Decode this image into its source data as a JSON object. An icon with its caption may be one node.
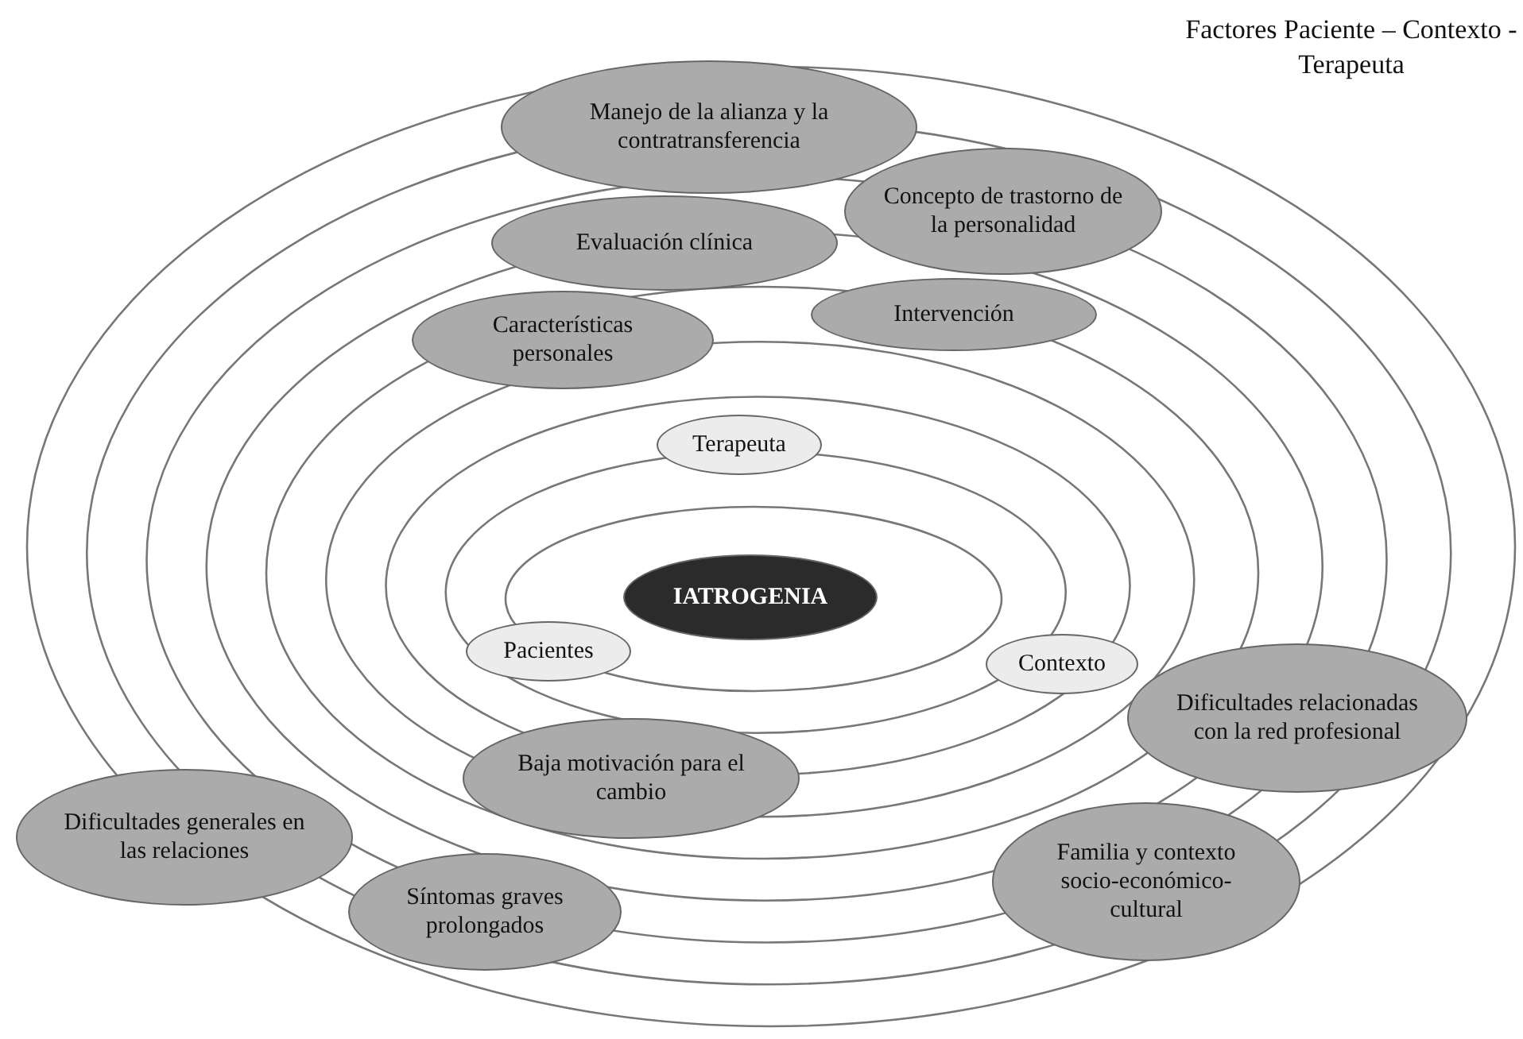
{
  "diagram": {
    "title": "Factores Paciente – Contexto - Terapeuta",
    "nodes": [
      {
        "text": [
          "Manejo de la alianza y la contratransferencia"
        ]
      },
      {
        "text": [
          "Concepto de trastorno de la personalidad"
        ]
      },
      {
        "text": [
          "Evaluación clínica"
        ]
      },
      {
        "text": [
          "Intervención"
        ]
      },
      {
        "text": [
          "Características personales"
        ]
      },
      {
        "text": [
          "Terapeuta"
        ]
      },
      {
        "text": [
          "IATROGENIA"
        ]
      },
      {
        "text": [
          "Pacientes"
        ]
      },
      {
        "text": [
          "Contexto"
        ]
      },
      {
        "text": [
          "Dificultades relacionadas con la red profesional"
        ]
      },
      {
        "text": [
          "Baja motivación para el cambio"
        ]
      },
      {
        "text": [
          "Dificultades generales en las relaciones"
        ]
      },
      {
        "text": [
          "Familia y contexto socio-económico-cultural"
        ]
      },
      {
        "text": [
          "Síntomas graves prolongados"
        ]
      }
    ]
  }
}
